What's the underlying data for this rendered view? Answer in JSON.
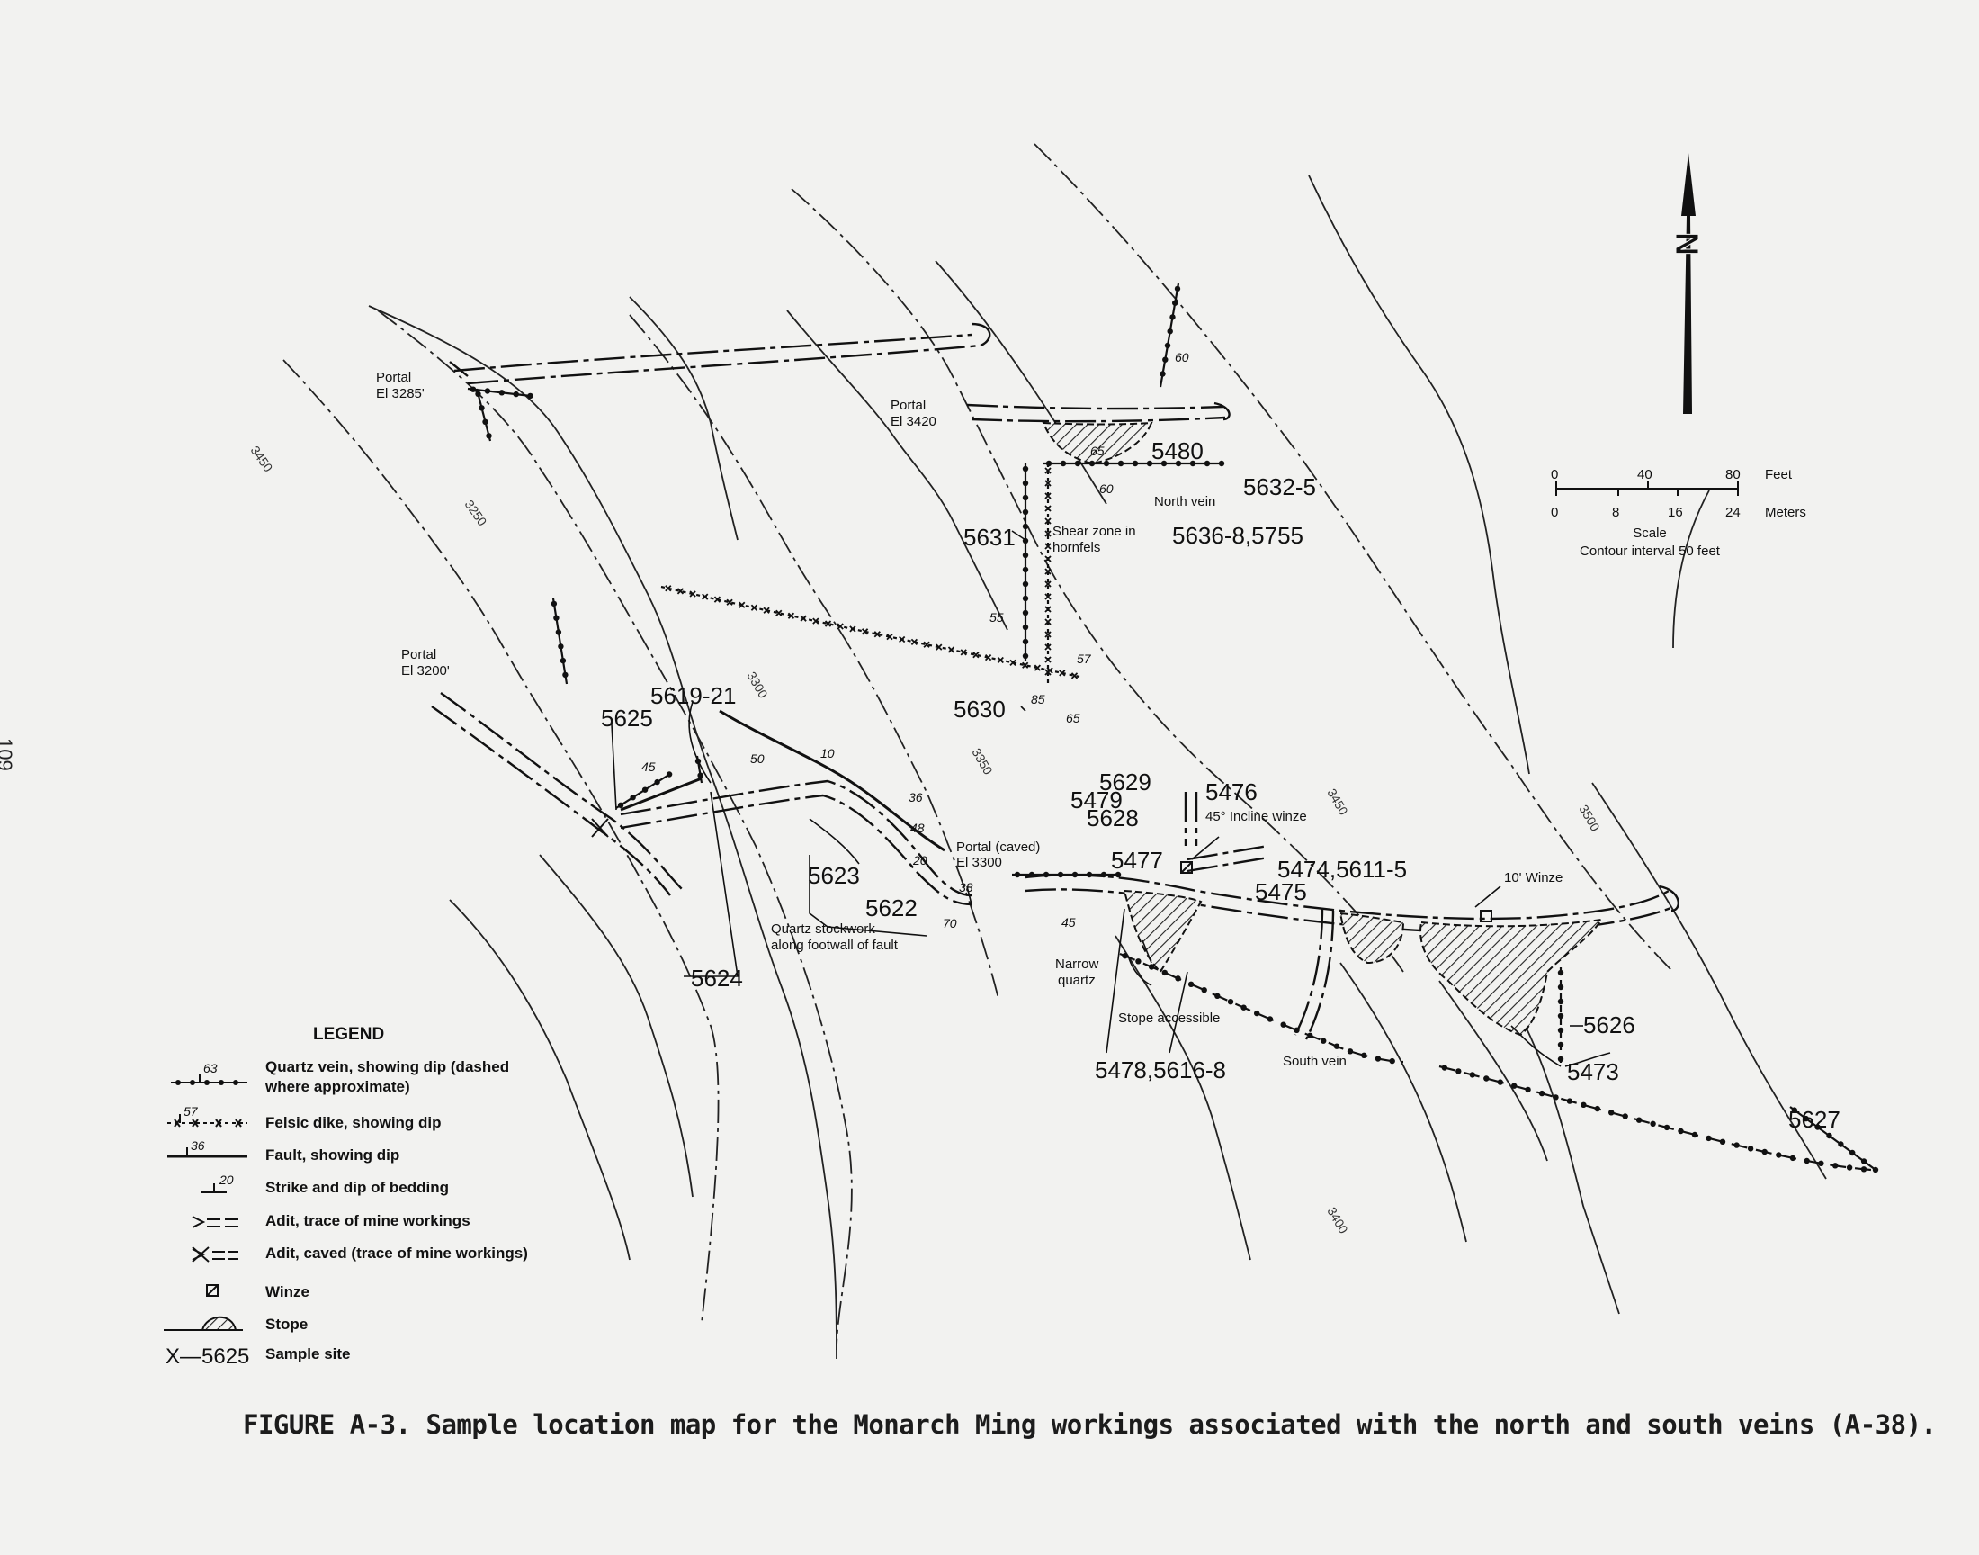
{
  "page_number": "109",
  "caption": "FIGURE A-3.  Sample location map for the Monarch Ming workings associated with the north and south veins (A-38).",
  "north_arrow": "N",
  "scale": {
    "feet_ticks": [
      "0",
      "40",
      "80"
    ],
    "feet_unit": "Feet",
    "meter_ticks": [
      "0",
      "8",
      "16",
      "24"
    ],
    "meter_unit": "Meters",
    "title": "Scale",
    "contour_note": "Contour interval 50 feet"
  },
  "contour_labels": [
    "3450",
    "3250",
    "3300",
    "3350",
    "3400",
    "3450",
    "3500"
  ],
  "portals": {
    "p3285_a": "Portal",
    "p3285_b": "El 3285'",
    "p3420_a": "Portal",
    "p3420_b": "El 3420",
    "p3200_a": "Portal",
    "p3200_b": "El 3200'",
    "p3300_a": "Portal (caved)",
    "p3300_b": "El 3300"
  },
  "features": {
    "north_vein": "North vein",
    "shear_a": "Shear zone in",
    "shear_b": "hornfels",
    "incline": "45° Incline winze",
    "winze10": "10' Winze",
    "stockwork_a": "Quartz stockwork",
    "stockwork_b": "along footwall of fault",
    "narrow_a": "Narrow",
    "narrow_b": "quartz",
    "stope_access": "Stope accessible",
    "south_vein": "South vein"
  },
  "samples": {
    "s5480": "5480",
    "s5632": "5632-5",
    "s5636": "5636-8,5755",
    "s5631": "5631",
    "s5630": "5630",
    "s5619": "5619-21",
    "s5625": "5625",
    "s5629": "5629",
    "s5479": "5479",
    "s5628": "5628",
    "s5476": "5476",
    "s5477": "5477",
    "s5474": "5474,5611-5",
    "s5475": "5475",
    "s5623": "5623",
    "s5622": "5622",
    "s5624": "5624",
    "s5478": "5478,5616-8",
    "s5626": "5626",
    "s5473": "5473",
    "s5627": "5627"
  },
  "dips": {
    "d60a": "60",
    "d65a": "65",
    "d60b": "60",
    "d55": "55",
    "d57": "57",
    "d85": "85",
    "d65b": "65",
    "d45a": "45",
    "d50": "50",
    "d10": "10",
    "d36": "36",
    "d48": "48",
    "d20": "20",
    "d38": "38",
    "d70": "70",
    "d45b": "45"
  },
  "legend": {
    "title": "LEGEND",
    "items": [
      {
        "symbol_label": "63",
        "line1": "Quartz vein, showing dip (dashed",
        "line2": "where approximate)"
      },
      {
        "symbol_label": "57",
        "line1": "Felsic dike, showing dip"
      },
      {
        "symbol_label": "36",
        "line1": "Fault, showing dip"
      },
      {
        "symbol_label": "20",
        "line1": "Strike and dip of bedding"
      },
      {
        "line1": "Adit, trace of mine workings"
      },
      {
        "line1": "Adit, caved (trace of mine workings)"
      },
      {
        "line1": "Winze"
      },
      {
        "line1": "Stope"
      },
      {
        "symbol_label": "X—5625",
        "line1": "Sample site"
      }
    ]
  },
  "colors": {
    "ink": "#111111",
    "paper": "#f2f2f0",
    "contour": "#222222"
  }
}
